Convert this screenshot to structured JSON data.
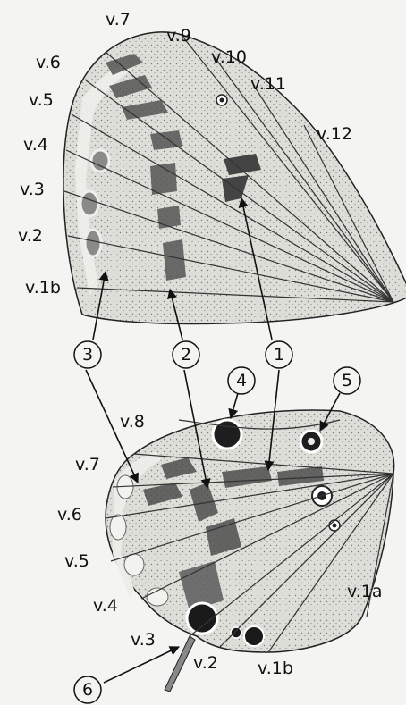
{
  "forewing": {
    "vein_labels": [
      "v.7",
      "v.6",
      "v.9",
      "v.10",
      "v.5",
      "v.11",
      "v.4",
      "v.12",
      "v.3",
      "v.2",
      "v.1b"
    ]
  },
  "hindwing": {
    "vein_labels": [
      "v.8",
      "v.7",
      "v.6",
      "v.5",
      "v.4",
      "v.3",
      "v.2",
      "v.1b",
      "v.1a"
    ]
  },
  "callouts": [
    "3",
    "2",
    "1",
    "4",
    "5",
    "6"
  ],
  "colors": {
    "background": "#f4f4f2",
    "wing_fill": "#dcdcd8",
    "dark_band": "#5a5a5a",
    "eyespot": "#1e1e1e",
    "outline": "#222222"
  }
}
